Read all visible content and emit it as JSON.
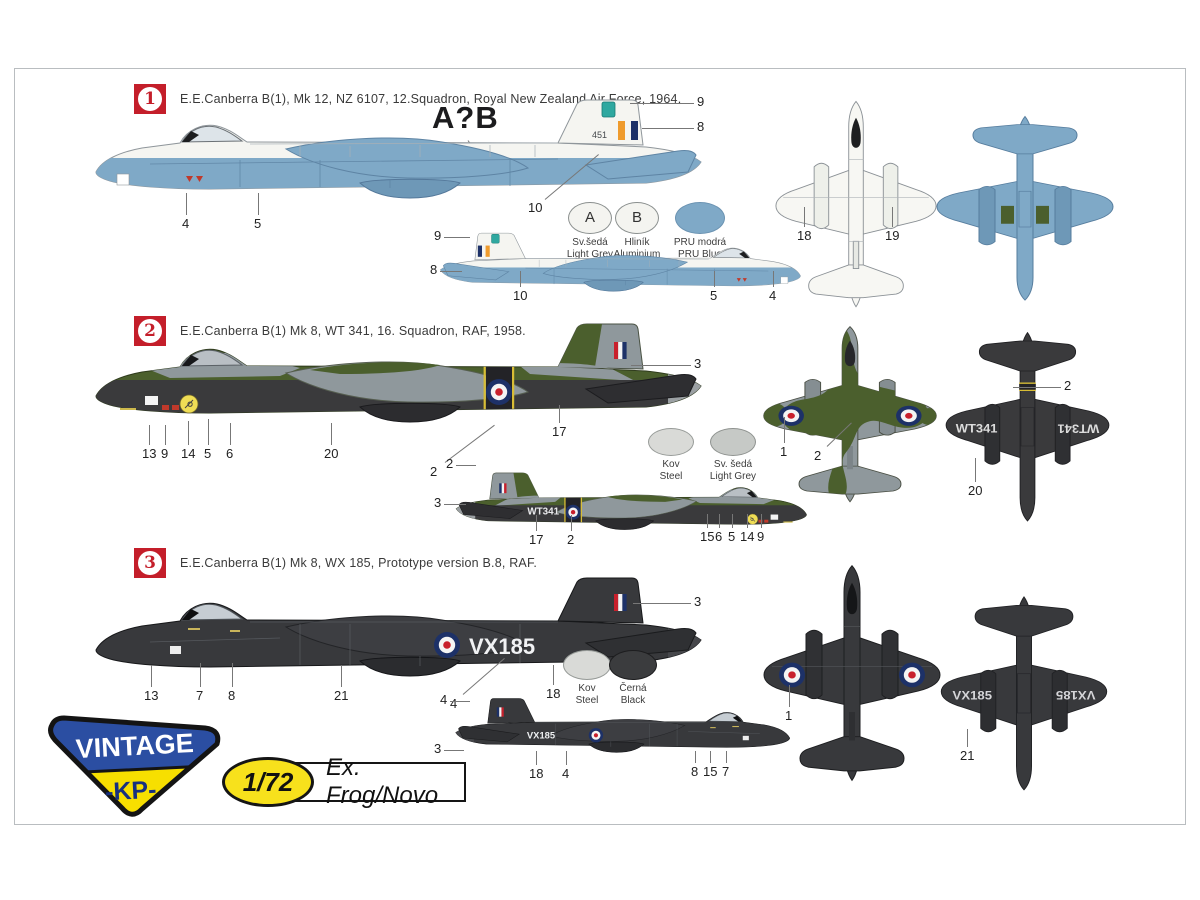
{
  "palette": {
    "pru_blue": "#7fa9c7",
    "camo_green": "#4b5f2d",
    "camo_grey": "#8f989c",
    "charcoal": "#3a3a3c",
    "night_black": "#38393c",
    "roundel_blue": "#1d3168",
    "roundel_red": "#c8202c",
    "fin_stripe_orange": "#ef9b2d",
    "badge_red": "#c41e2a",
    "logo_blue": "#2b4ea2",
    "logo_yellow": "#f7df00",
    "steel": "#d9dad7",
    "light_grey_paint": "#c6c9c6"
  },
  "footer": {
    "logo_top": "VINTAGE",
    "logo_bottom": "-KP-",
    "scale": "1/72",
    "scale_note": "Ex. Frog/Novo"
  },
  "schemes": [
    {
      "badge": "1",
      "title": "E.E.Canberra B(1), Mk 12, NZ 6107, 12.Squadron, Royal New Zealand Air Force, 1964.",
      "demarcation": "A?B",
      "fin_code": "451",
      "legend": [
        {
          "symbol": "A",
          "name_cz": "Sv.šedá",
          "name_en": "Light Grey"
        },
        {
          "symbol": "B",
          "name_cz": "Hliník",
          "name_en": "Aluminium"
        },
        {
          "symbol": "",
          "name_cz": "PRU modrá",
          "name_en": "PRU Blue"
        }
      ],
      "callouts": {
        "main": [
          "4",
          "5",
          "10",
          "9",
          "8"
        ],
        "side2": [
          "9",
          "8",
          "10",
          "5",
          "4"
        ],
        "top": [
          "18",
          "19"
        ]
      }
    },
    {
      "badge": "2",
      "title": "E.E.Canberra B(1) Mk 8,  WT 341, 16. Squadron, RAF, 1958.",
      "serial": "WT341",
      "legend": [
        {
          "symbol": "",
          "name_cz": "Kov",
          "name_en": "Steel"
        },
        {
          "symbol": "",
          "name_cz": "Sv. šedá",
          "name_en": "Light Grey"
        }
      ],
      "callouts": {
        "main": [
          "13",
          "9",
          "14",
          "5",
          "6",
          "20",
          "2",
          "17",
          "3"
        ],
        "side2": [
          "2",
          "3",
          "17",
          "2",
          "15",
          "6",
          "5",
          "14",
          "9"
        ],
        "top": [
          "1",
          "2"
        ],
        "bottom": [
          "2",
          "20"
        ]
      }
    },
    {
      "badge": "3",
      "title": "E.E.Canberra B(1) Mk 8,  WX 185, Prototype version B.8, RAF.",
      "serial": "VX185",
      "legend": [
        {
          "symbol": "",
          "name_cz": "Kov",
          "name_en": "Steel"
        },
        {
          "symbol": "",
          "name_cz": "Černá",
          "name_en": "Black"
        }
      ],
      "callouts": {
        "main": [
          "13",
          "7",
          "8",
          "21",
          "4",
          "18",
          "3"
        ],
        "side2": [
          "4",
          "3",
          "18",
          "4",
          "8",
          "15",
          "7"
        ],
        "top": [
          "1"
        ],
        "bottom": [
          "21"
        ]
      }
    }
  ]
}
